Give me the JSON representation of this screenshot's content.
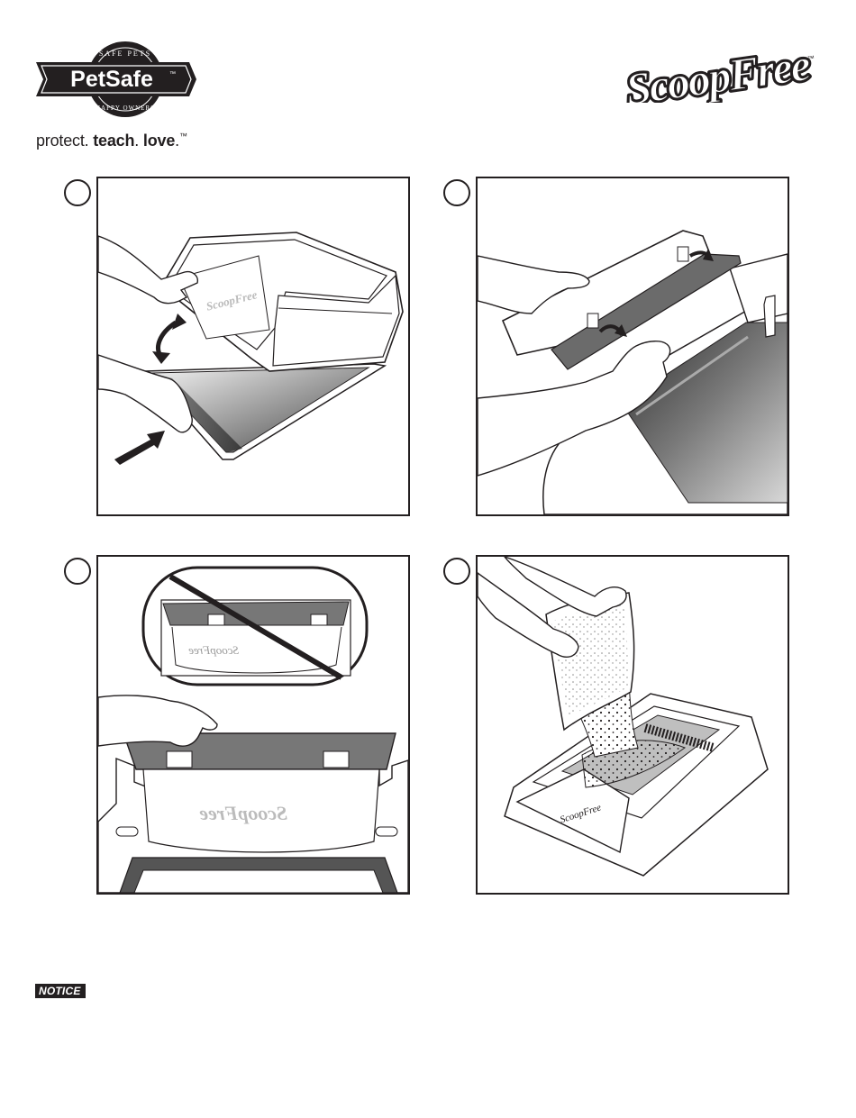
{
  "header": {
    "logo": {
      "brand": "PetSafe",
      "tm": "™",
      "arc_top": "SAFE PETS",
      "arc_bottom": "HAPPY OWNERS"
    },
    "tagline": {
      "part1": "protect.",
      "part2": "teach",
      "part3": "love",
      "dot": ".",
      "suffix": "™"
    },
    "product_logo": "ScoopFree",
    "product_tm": "™"
  },
  "panels": [
    {
      "id": 1,
      "label_on_product": "ScoopFree",
      "icon": "tray-insertion-illustration"
    },
    {
      "id": 2,
      "label_on_product": "",
      "icon": "rake-cover-illustration"
    },
    {
      "id": 3,
      "label_on_product": "ScoopFree",
      "icon": "tray-lid-check-illustration"
    },
    {
      "id": 4,
      "label_on_product": "ScoopFree",
      "icon": "litter-pour-illustration"
    }
  ],
  "notice_label": "NOTICE",
  "colors": {
    "ink": "#231f20",
    "paper": "#ffffff",
    "tray_dark": "#555555"
  }
}
